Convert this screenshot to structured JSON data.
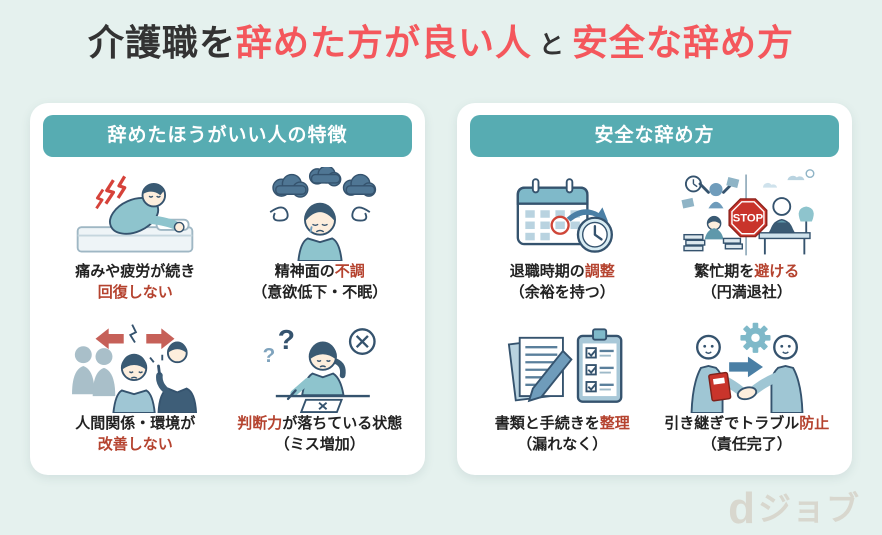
{
  "title": {
    "seg1": "介護職を",
    "seg2": "辞めた方が良い人",
    "seg3": "と",
    "seg4": "安全な辞め方"
  },
  "colors": {
    "background": "#e5f1ee",
    "card": "#ffffff",
    "header_pill_teal": "#57acb2",
    "title_red": "#f4575c",
    "body_highlight_red": "#b5432f",
    "text_dark": "#222222",
    "stop_sign_red": "#c9342b",
    "logo_gray": "#d8d7ce"
  },
  "icon_labels": {
    "stop": "STOP"
  },
  "cards": [
    {
      "header": "辞めたほうがいい人の特徴",
      "items": [
        {
          "icon": "pain-fatigue-icon",
          "line1": {
            "pre": "痛みや疲労が続き",
            "red": "",
            "post": ""
          },
          "line2": {
            "pre": "",
            "red": "回復しない",
            "post": ""
          }
        },
        {
          "icon": "mental-stress-icon",
          "line1": {
            "pre": "精神面の",
            "red": "不調",
            "post": ""
          },
          "line2": {
            "pre": "（意欲低下・不眠）",
            "red": "",
            "post": ""
          }
        },
        {
          "icon": "workplace-conflict-icon",
          "line1": {
            "pre": "人間関係・環境が",
            "red": "",
            "post": ""
          },
          "line2": {
            "pre": "",
            "red": "改善しない",
            "post": ""
          }
        },
        {
          "icon": "poor-judgment-icon",
          "line1": {
            "pre": "",
            "red": "判断力",
            "post": "が落ちている状態"
          },
          "line2": {
            "pre": "（ミス増加）",
            "red": "",
            "post": ""
          }
        }
      ]
    },
    {
      "header": "安全な辞め方",
      "items": [
        {
          "icon": "schedule-calendar-icon",
          "line1": {
            "pre": "退職時期の",
            "red": "調整",
            "post": ""
          },
          "line2": {
            "pre": "（余裕を持つ）",
            "red": "",
            "post": ""
          }
        },
        {
          "icon": "avoid-busy-season-icon",
          "line1": {
            "pre": "繁忙期を",
            "red": "避ける",
            "post": ""
          },
          "line2": {
            "pre": "（円満退社）",
            "red": "",
            "post": ""
          }
        },
        {
          "icon": "paperwork-checklist-icon",
          "line1": {
            "pre": "書類と手続きを",
            "red": "整理",
            "post": ""
          },
          "line2": {
            "pre": "（漏れなく）",
            "red": "",
            "post": ""
          }
        },
        {
          "icon": "handover-handshake-icon",
          "line1": {
            "pre": "引き継ぎでトラブル",
            "red": "防止",
            "post": ""
          },
          "line2": {
            "pre": "（責任完了）",
            "red": "",
            "post": ""
          }
        }
      ]
    }
  ],
  "logo": {
    "d": "d",
    "rest": "ジョブ"
  }
}
